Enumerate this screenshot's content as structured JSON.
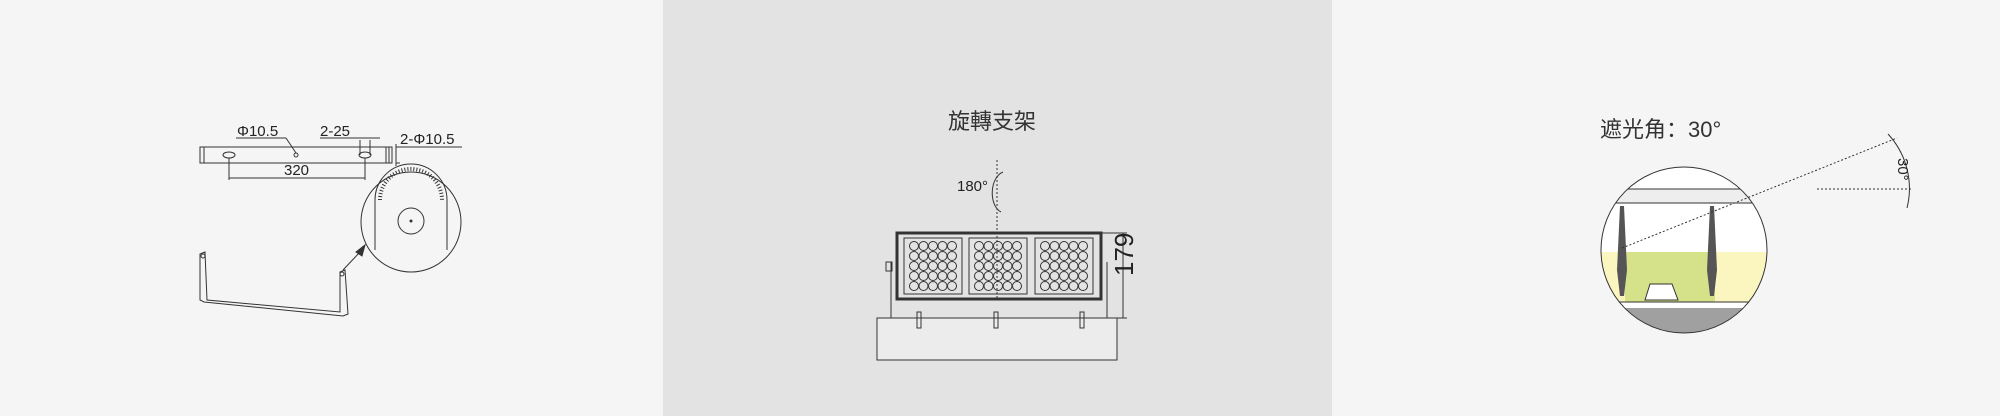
{
  "panels": [
    {
      "name": "bracket-dimensions",
      "labels": {
        "hole_diameter": "Φ10.5",
        "slot": "2-25",
        "slot_holes": "2-Φ10.5",
        "hole_spacing": "320"
      }
    },
    {
      "name": "rotating-bracket",
      "title": "旋轉支架",
      "labels": {
        "rotation": "180°",
        "height": "179"
      }
    },
    {
      "name": "shading-angle",
      "title": "遮光角：30°",
      "labels": {
        "angle": "30°"
      }
    }
  ],
  "colors": {
    "panel_light": "#f5f5f5",
    "panel_mid": "#e3e3e3",
    "line": "#333333",
    "lens_green": "#d6e28a",
    "lens_yellow": "#fbf6c0",
    "base_gray": "#a0a0a0"
  }
}
